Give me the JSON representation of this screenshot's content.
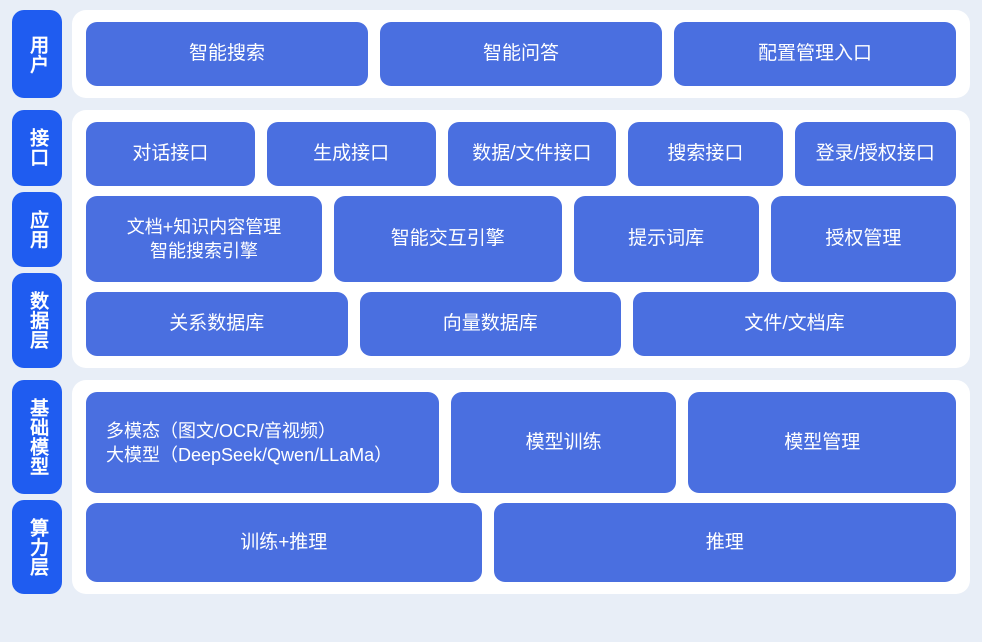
{
  "meta": {
    "title": "AI 平台分层架构图",
    "colors": {
      "page_background": "#e8eef7",
      "card_background": "#ffffff",
      "box_blue": "#4a6fe0",
      "label_blue": "#1f5cf0",
      "text_white": "#ffffff"
    }
  },
  "sections": [
    {
      "id": "users",
      "labels": [
        "用户"
      ],
      "rows": [
        {
          "id": "user-entries",
          "boxes": [
            {
              "label": "智能搜索"
            },
            {
              "label": "智能问答"
            },
            {
              "label": "配置管理入口"
            }
          ]
        }
      ]
    },
    {
      "id": "platform",
      "labels": [
        "接口",
        "应用",
        "数据层"
      ],
      "rows": [
        {
          "id": "interface-row",
          "boxes": [
            {
              "label": "对话接口"
            },
            {
              "label": "生成接口"
            },
            {
              "label": "数据/文件接口"
            },
            {
              "label": "搜索接口"
            },
            {
              "label": "登录/授权接口"
            }
          ]
        },
        {
          "id": "application-row",
          "boxes": [
            {
              "label": "文档+知识内容管理\n智能搜索引擎"
            },
            {
              "label": "智能交互引擎"
            },
            {
              "label": "提示词库"
            },
            {
              "label": "授权管理"
            }
          ]
        },
        {
          "id": "data-row",
          "boxes": [
            {
              "label": "关系数据库"
            },
            {
              "label": "向量数据库"
            },
            {
              "label": "文件/文档库"
            }
          ]
        }
      ]
    },
    {
      "id": "foundation",
      "labels": [
        "基础模型",
        "算力层"
      ],
      "rows": [
        {
          "id": "model-row",
          "boxes": [
            {
              "label": "多模态（图文/OCR/音视频）\n大模型（DeepSeek/Qwen/LLaMa）"
            },
            {
              "label": "模型训练"
            },
            {
              "label": "模型管理"
            }
          ]
        },
        {
          "id": "compute-row",
          "boxes": [
            {
              "label": "训练+推理"
            },
            {
              "label": "推理"
            }
          ]
        }
      ]
    }
  ]
}
